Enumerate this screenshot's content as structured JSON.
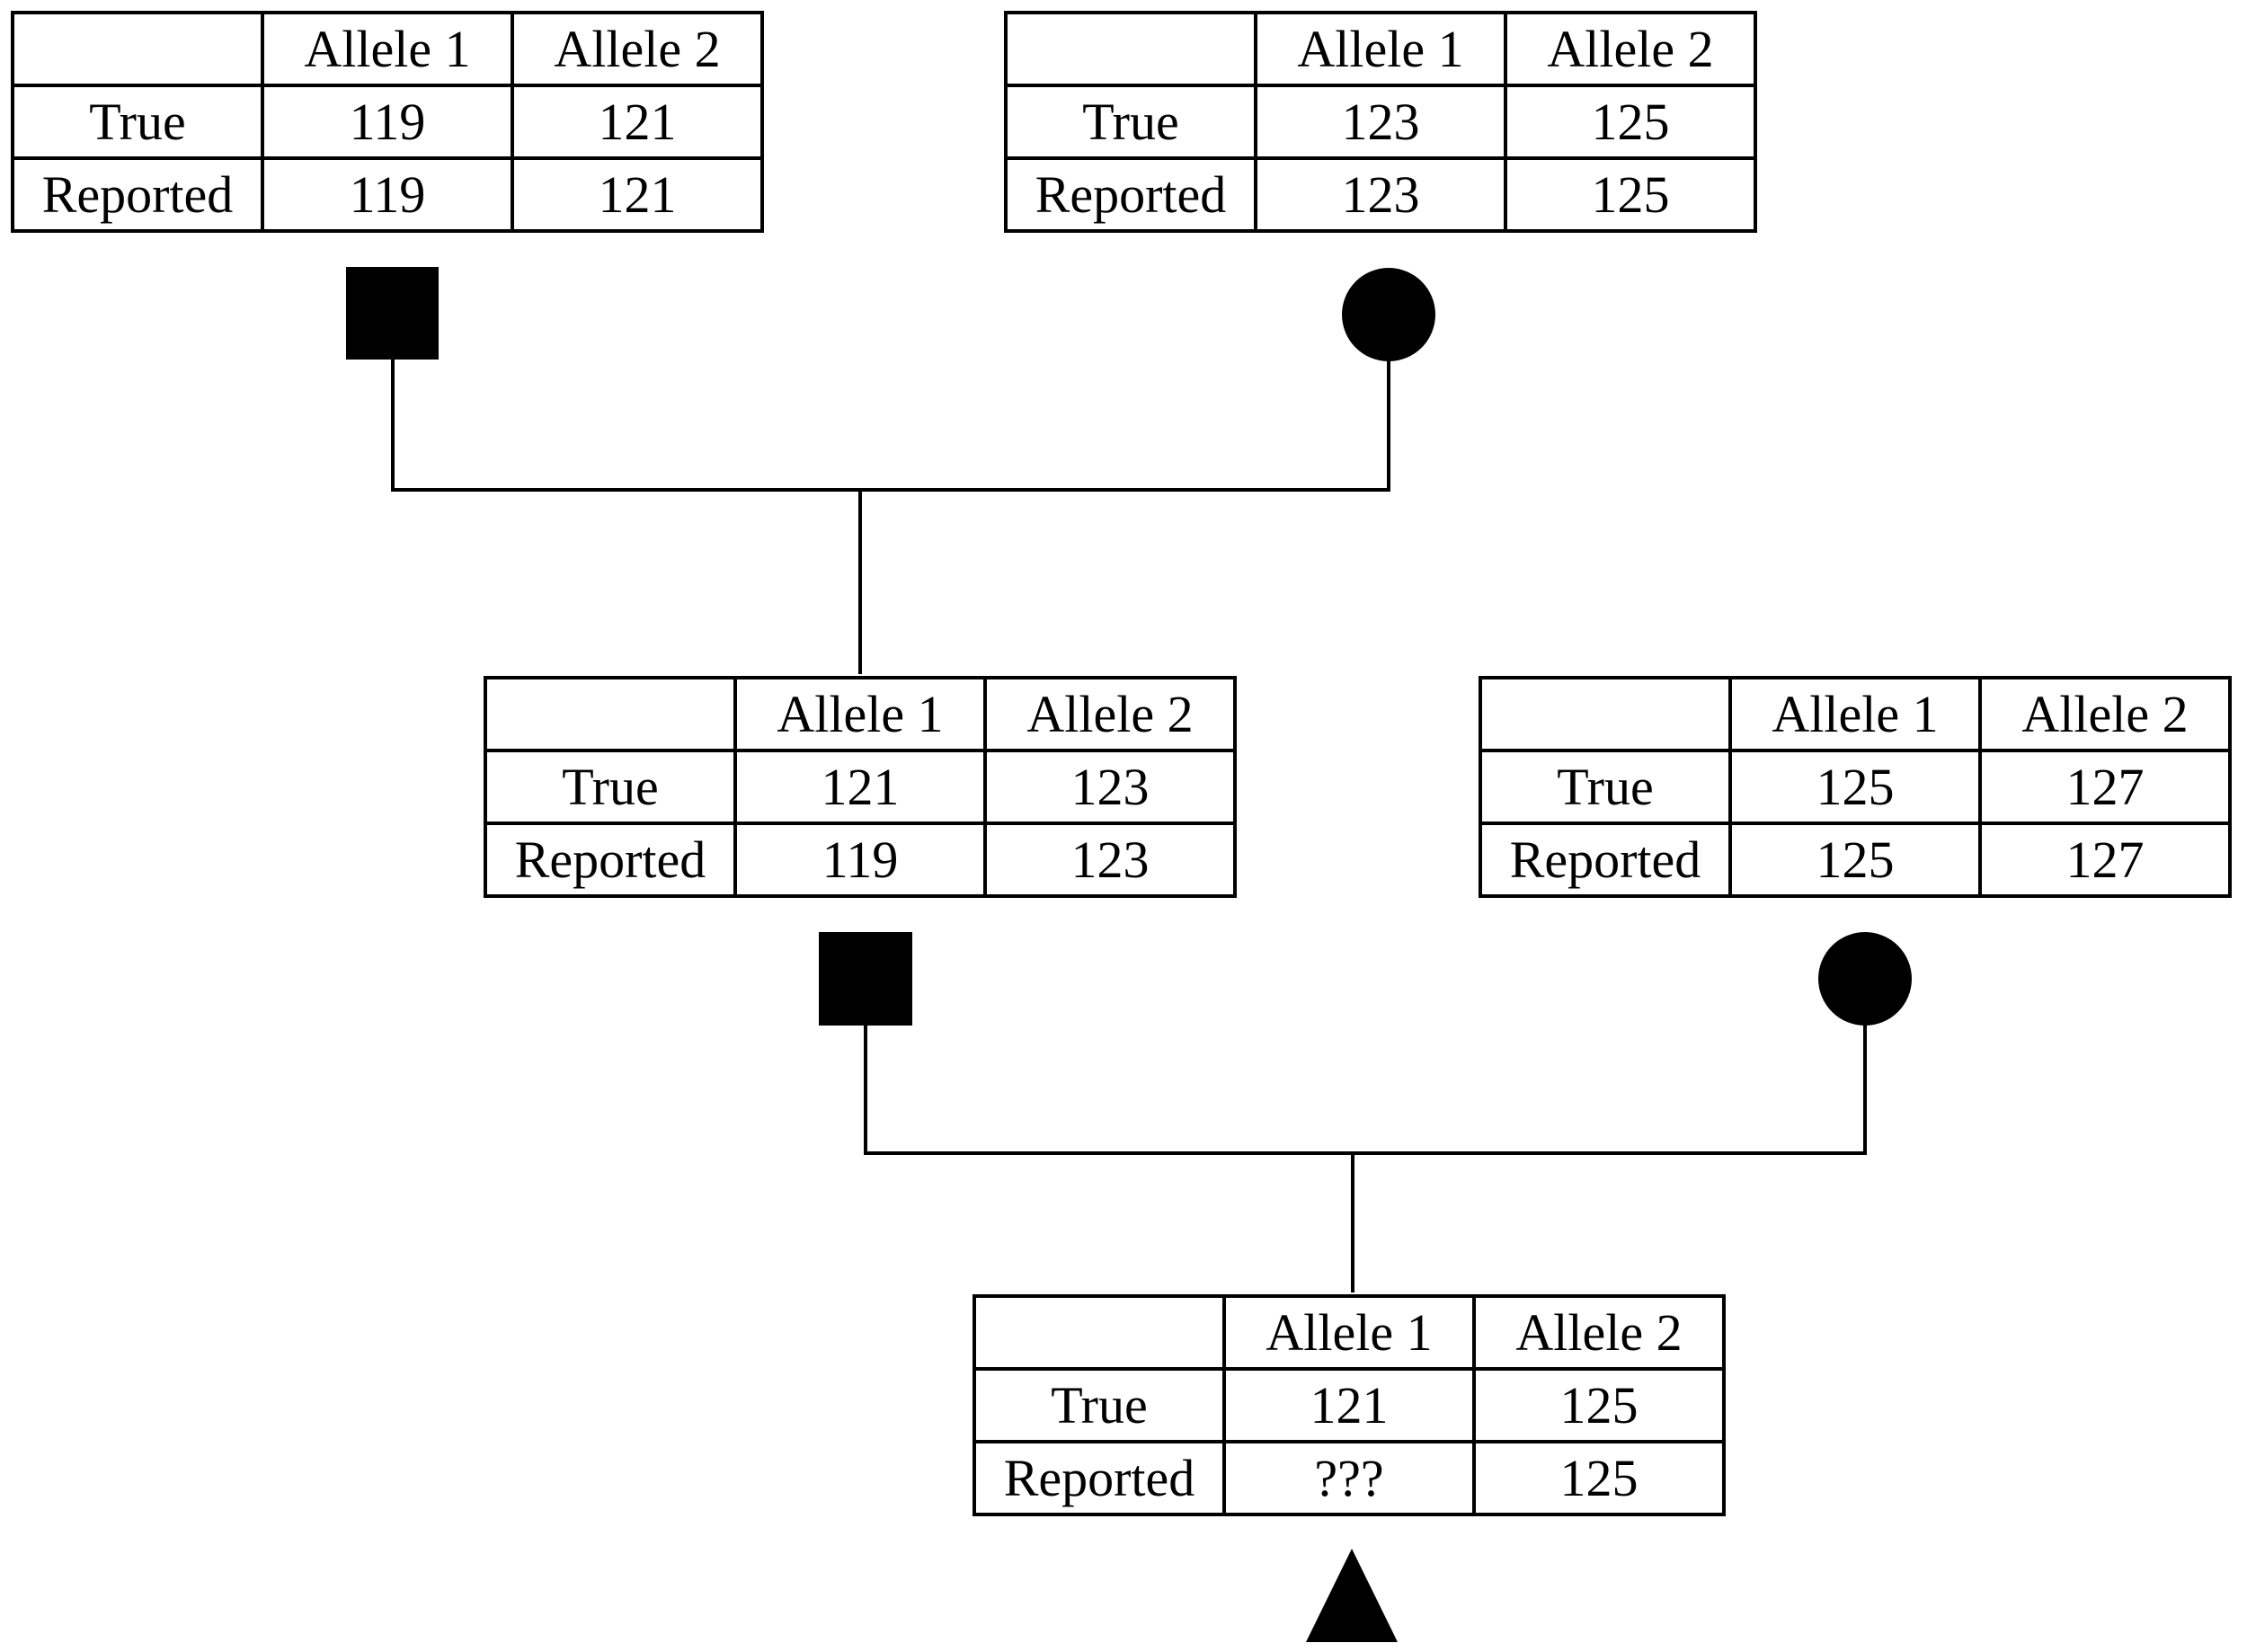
{
  "header": {
    "allele1": "Allele 1",
    "allele2": "Allele 2"
  },
  "rows": {
    "true": "True",
    "reported": "Reported"
  },
  "individuals": {
    "grandfather": {
      "symbol": "square",
      "true": [
        "119",
        "121"
      ],
      "reported": [
        "119",
        "121"
      ]
    },
    "grandmother": {
      "symbol": "circle",
      "true": [
        "123",
        "125"
      ],
      "reported": [
        "123",
        "125"
      ]
    },
    "father": {
      "symbol": "square",
      "true": [
        "121",
        "123"
      ],
      "reported": [
        "119",
        "123"
      ]
    },
    "mother": {
      "symbol": "circle",
      "true": [
        "125",
        "127"
      ],
      "reported": [
        "125",
        "127"
      ]
    },
    "child": {
      "symbol": "triangle",
      "true": [
        "121",
        "125"
      ],
      "reported": [
        "???",
        "125"
      ]
    }
  },
  "colors": {
    "ink": "#000000",
    "background": "#ffffff"
  }
}
